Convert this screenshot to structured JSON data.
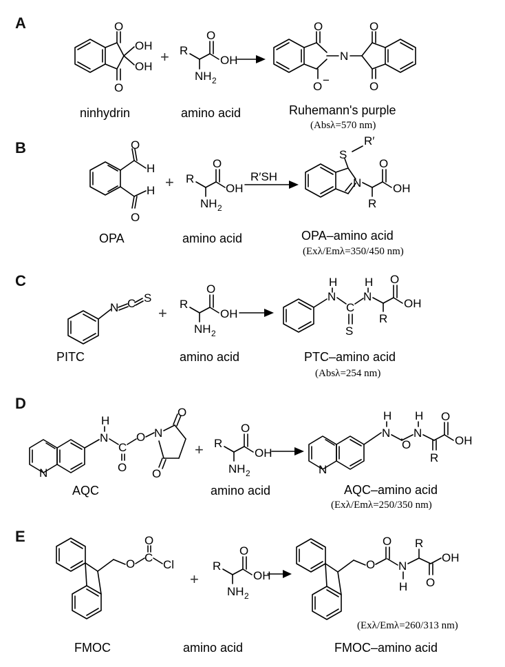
{
  "panels": [
    {
      "letter": "A",
      "reagent": "ninhydrin",
      "amino": "amino acid",
      "product": "Ruhemann's purple",
      "note": "(Absλ=570 nm)",
      "condition": ""
    },
    {
      "letter": "B",
      "reagent": "OPA",
      "amino": "amino acid",
      "product": "OPA–amino acid",
      "note": "(Exλ/Emλ=350/450 nm)",
      "condition": "R′SH"
    },
    {
      "letter": "C",
      "reagent": "PITC",
      "amino": "amino acid",
      "product": "PTC–amino acid",
      "note": "(Absλ=254 nm)",
      "condition": ""
    },
    {
      "letter": "D",
      "reagent": "AQC",
      "amino": "amino acid",
      "product": "AQC–amino acid",
      "note": "(Exλ/Emλ=250/350 nm)",
      "condition": ""
    },
    {
      "letter": "E",
      "reagent": "FMOC",
      "amino": "amino acid",
      "product": "FMOC–amino acid",
      "note": "(Exλ/Emλ=260/313 nm)",
      "condition": ""
    }
  ],
  "atoms": {
    "O": "O",
    "OH": "OH",
    "N": "N",
    "H": "H",
    "R": "R",
    "NH": "NH",
    "S": "S",
    "C": "C",
    "Cl": "Cl",
    "NH2": "NH",
    "sub2": "2",
    "Ominus": "O",
    "minus": "−",
    "Rprime": "R′",
    "plus": "+"
  }
}
